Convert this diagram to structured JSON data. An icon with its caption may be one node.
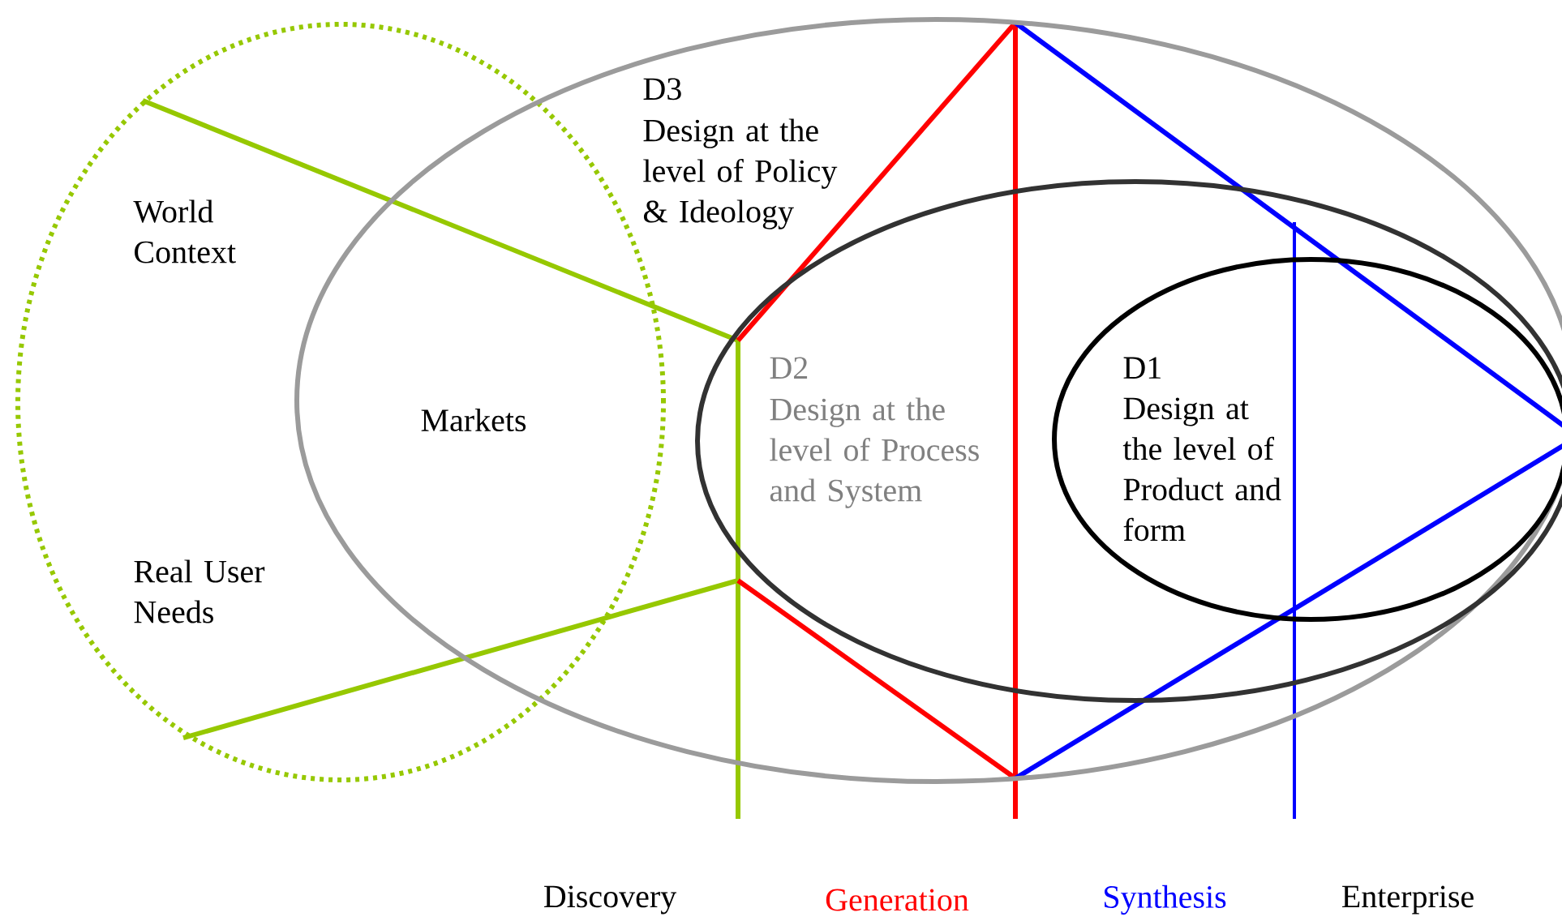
{
  "diagram": {
    "nodes": [
      {
        "text": [
          "World Context",
          "Real User Needs"
        ]
      },
      {
        "text": [
          "D3",
          "Design at the level of Policy & Ideology"
        ]
      },
      {
        "text": [
          "D2",
          "Design at the level of Process and System"
        ],
        "in": 1
      },
      {
        "text": [
          "D1",
          "Design at the level of Product and form"
        ],
        "in": 2
      }
    ],
    "labels": [
      "Markets",
      "Discovery",
      "Generation",
      "Synthesis",
      "Enterprise"
    ]
  }
}
